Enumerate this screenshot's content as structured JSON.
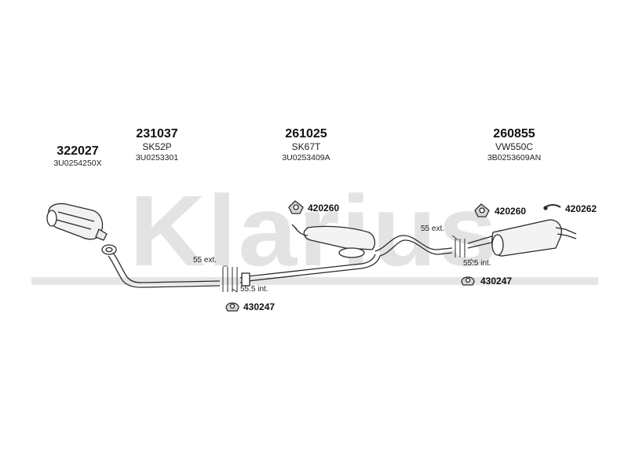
{
  "watermark": "Klarius",
  "parts": [
    {
      "number": "322027",
      "code": "",
      "ref": "3U0254250X"
    },
    {
      "number": "231037",
      "code": "SK52P",
      "ref": "3U0253301"
    },
    {
      "number": "261025",
      "code": "SK67T",
      "ref": "3U0253409A"
    },
    {
      "number": "260855",
      "code": "VW550C",
      "ref": "3B0253609AN"
    }
  ],
  "fittings": {
    "mount_left": "420260",
    "mount_right": "420260",
    "hanger_right": "420262",
    "clamp_left": "430247",
    "clamp_right": "430247"
  },
  "joints": {
    "left_ext": "55 ext.",
    "left_int": "55.5 int.",
    "right_ext": "55 ext.",
    "right_int": "55.5 int."
  }
}
